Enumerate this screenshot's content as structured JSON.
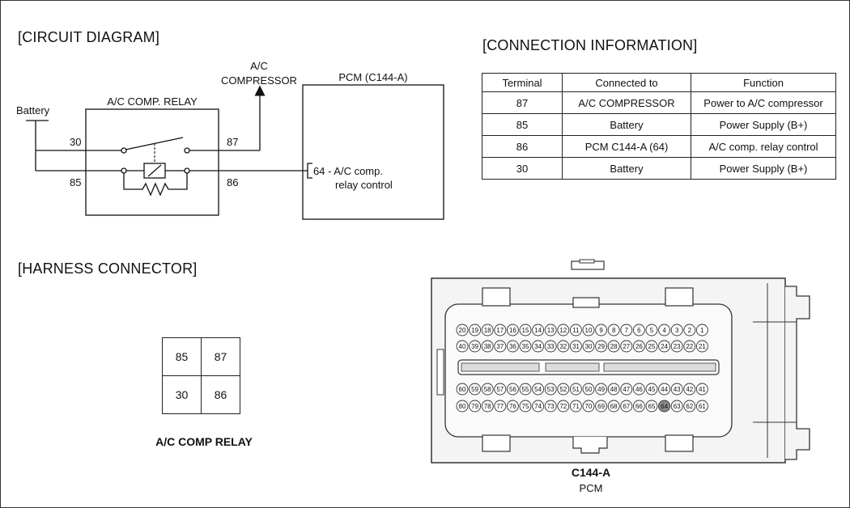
{
  "sections": {
    "circuit": "[CIRCUIT DIAGRAM]",
    "connection": "[CONNECTION INFORMATION]",
    "harness": "[HARNESS CONNECTOR]"
  },
  "circuit": {
    "battery": "Battery",
    "relay_title": "A/C COMP. RELAY",
    "compressor_line1": "A/C",
    "compressor_line2": "COMPRESSOR",
    "pcm_title": "PCM (C144-A)",
    "pin30": "30",
    "pin85": "85",
    "pin87": "87",
    "pin86": "86",
    "pcm_pin_line1": "64 - A/C comp.",
    "pcm_pin_line2": "relay control"
  },
  "table": {
    "headers": [
      "Terminal",
      "Connected to",
      "Function"
    ],
    "rows": [
      [
        "87",
        "A/C COMPRESSOR",
        "Power to A/C compressor"
      ],
      [
        "85",
        "Battery",
        "Power Supply (B+)"
      ],
      [
        "86",
        "PCM C144-A (64)",
        "A/C comp. relay control"
      ],
      [
        "30",
        "Battery",
        "Power Supply (B+)"
      ]
    ]
  },
  "relay_connector": {
    "cells": [
      [
        "85",
        "87"
      ],
      [
        "30",
        "86"
      ]
    ],
    "label": "A/C COMP RELAY"
  },
  "pcm_connector": {
    "name": "C144-A",
    "sub": "PCM",
    "rows": [
      [
        "20",
        "19",
        "18",
        "17",
        "16",
        "15",
        "14",
        "13",
        "12",
        "11",
        "10",
        "9",
        "8",
        "7",
        "6",
        "5",
        "4",
        "3",
        "2",
        "1"
      ],
      [
        "40",
        "39",
        "38",
        "37",
        "36",
        "35",
        "34",
        "33",
        "32",
        "31",
        "30",
        "29",
        "28",
        "27",
        "26",
        "25",
        "24",
        "23",
        "22",
        "21"
      ],
      [
        "60",
        "59",
        "58",
        "57",
        "56",
        "55",
        "54",
        "53",
        "52",
        "51",
        "50",
        "49",
        "48",
        "47",
        "46",
        "45",
        "44",
        "43",
        "42",
        "41"
      ],
      [
        "80",
        "79",
        "78",
        "77",
        "76",
        "75",
        "74",
        "73",
        "72",
        "71",
        "70",
        "69",
        "68",
        "67",
        "66",
        "65",
        "64",
        "63",
        "62",
        "61"
      ]
    ],
    "highlight": "64"
  }
}
